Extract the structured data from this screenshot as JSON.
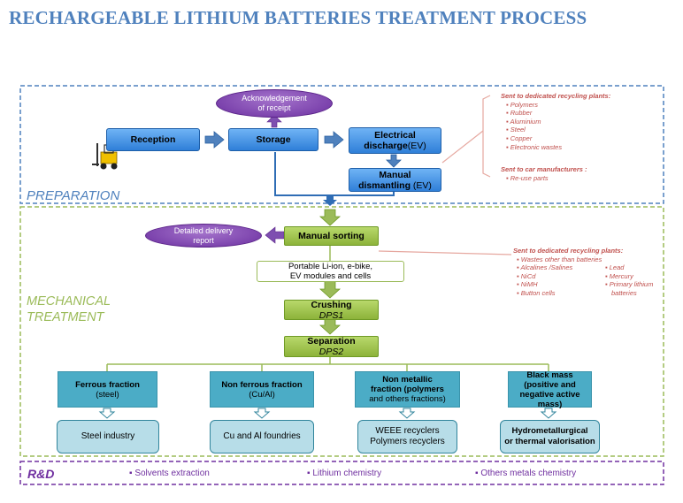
{
  "title": "RECHARGEABLE LITHIUM BATTERIES TREATMENT PROCESS",
  "sections": {
    "preparation": "PREPARATION",
    "mechanical_line1": "MECHANICAL",
    "mechanical_line2": "TREATMENT",
    "rd": "R&D"
  },
  "preparation": {
    "reception": "Reception",
    "storage": "Storage",
    "electrical_line1": "Electrical",
    "electrical_line2": "discharge",
    "electrical_tag": "(EV)",
    "manual_line1": "Manual",
    "manual_line2": "dismantling",
    "manual_tag": "(EV)",
    "ack_line1": "Acknowledgement",
    "ack_line2": "of receipt"
  },
  "prep_notes": {
    "recycling_heading": "Sent to dedicated recycling plants:",
    "recycling_items": [
      "Polymers",
      "Rubber",
      "Aluminium",
      "Steel",
      "Copper",
      "Electronic wastes"
    ],
    "car_heading": "Sent to car manufacturers :",
    "car_items": [
      "Re-use parts"
    ]
  },
  "mechanical": {
    "manual_sorting": "Manual sorting",
    "delivery_line1": "Detailed delivery",
    "delivery_line2": "report",
    "portable_line1": "Portable Li-ion, e-bike,",
    "portable_line2": "EV modules and cells",
    "crushing": "Crushing",
    "crushing_code": "DPS1",
    "separation": "Separation",
    "separation_code": "DPS2"
  },
  "mech_notes": {
    "heading": "Sent to dedicated recycling plants:",
    "first": "Wastes other than batteries",
    "col1": [
      "Alcalines /Salines",
      "NiCd",
      "NiMH",
      "Button cells"
    ],
    "col2_line1": "Lead",
    "col2_line2": "Mercury",
    "col2_line3": "Primary lithium",
    "col2_line4": "batteries"
  },
  "fractions": [
    {
      "line1": "Ferrous fraction",
      "line2": "(steel)",
      "line3": "",
      "dest1": "Steel industry",
      "dest2": ""
    },
    {
      "line1": "Non ferrous fraction",
      "line2": "(Cu/Al)",
      "line3": "",
      "dest1": "Cu and Al foundries",
      "dest2": ""
    },
    {
      "line1": "Non metallic",
      "line2": "fraction (polymers",
      "line3": "and others fractions)",
      "dest1": "WEEE recyclers",
      "dest2": "Polymers recyclers"
    },
    {
      "line1": "Black mass",
      "line2": "(positive and",
      "line3": "negative active mass)",
      "dest1": "Hydrometallurgical",
      "dest2": "or thermal valorisation"
    }
  ],
  "rd_items": [
    "Solvents extraction",
    "Lithium chemistry",
    "Others metals chemistry"
  ],
  "colors": {
    "title": "#4f81bd",
    "preparation_border": "#4f81bd",
    "mechanical_border": "#9bbb59",
    "rd_border": "#7030a0",
    "notes": "#c0504d"
  }
}
